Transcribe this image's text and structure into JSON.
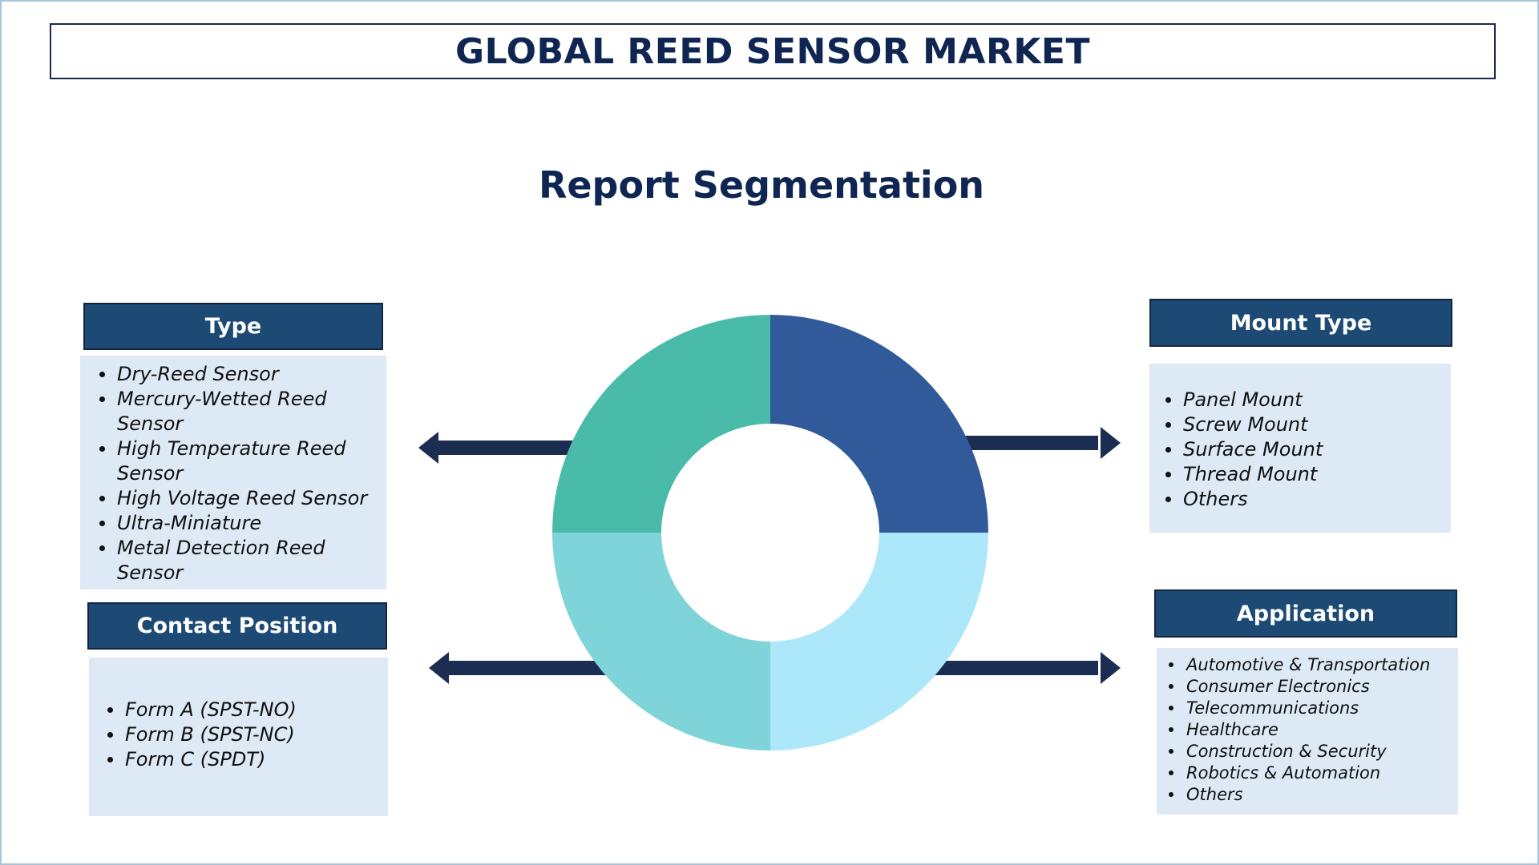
{
  "header": {
    "title": "GLOBAL REED SENSOR MARKET"
  },
  "subtitle": "Report Segmentation",
  "segments": {
    "type": {
      "title": "Type",
      "items": [
        "Dry-Reed Sensor",
        "Mercury-Wetted Reed Sensor",
        "High Temperature Reed Sensor",
        "High Voltage Reed Sensor",
        "Ultra-Miniature",
        "Metal Detection Reed Sensor"
      ]
    },
    "contact_position": {
      "title": "Contact Position",
      "items": [
        "Form A (SPST-NO)",
        "Form B (SPST-NC)",
        "Form C (SPDT)"
      ]
    },
    "mount_type": {
      "title": "Mount Type",
      "items": [
        "Panel Mount",
        "Screw Mount",
        "Surface Mount",
        "Thread Mount",
        "Others"
      ]
    },
    "application": {
      "title": "Application",
      "items": [
        "Automotive & Transportation",
        "Consumer Electronics",
        "Telecommunications",
        "Healthcare",
        "Construction & Security",
        "Robotics & Automation",
        "Others"
      ]
    }
  },
  "colors": {
    "title_text": "#0f2552",
    "header_bg": "#1c4a74",
    "body_bg": "#dde9f5",
    "arrow": "#1b2e52",
    "donut_top_right": "#315a9a",
    "donut_top_left": "#4abba9",
    "donut_bottom_left": "#7fd4da",
    "donut_bottom_right": "#ace7fa"
  }
}
